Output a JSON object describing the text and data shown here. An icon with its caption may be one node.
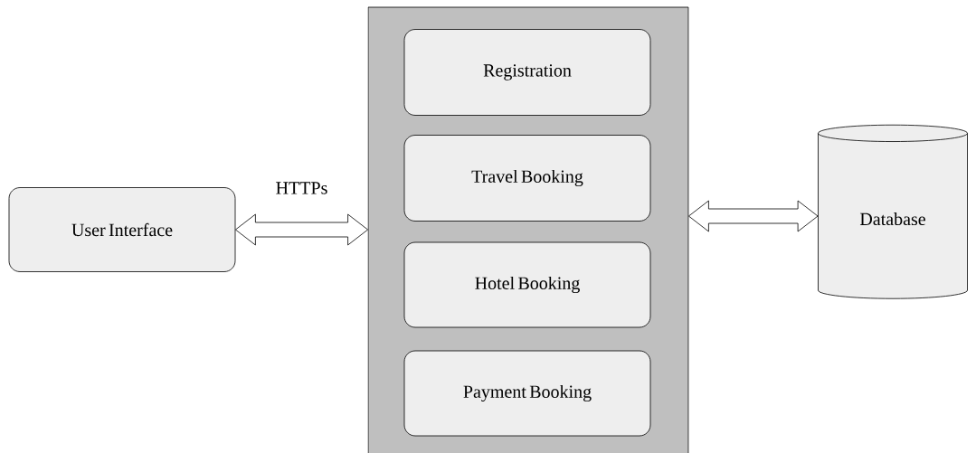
{
  "diagram": {
    "nodes": [
      {
        "text": [
          "User Interface"
        ]
      },
      {
        "text": [],
        "shape": "box"
      },
      {
        "text": [
          "Registration"
        ],
        "in": 1
      },
      {
        "text": [
          "Travel Booking"
        ],
        "in": 1
      },
      {
        "text": [
          "Hotel Booking"
        ],
        "in": 1
      },
      {
        "text": [
          "Payment Booking"
        ],
        "in": 1
      },
      {
        "text": [
          "Database"
        ]
      }
    ],
    "edges": [
      {
        "from": 0,
        "to": 1,
        "arrow": "both",
        "label": "HTTPs"
      },
      {
        "from": 1,
        "to": 6,
        "arrow": "both"
      }
    ]
  }
}
